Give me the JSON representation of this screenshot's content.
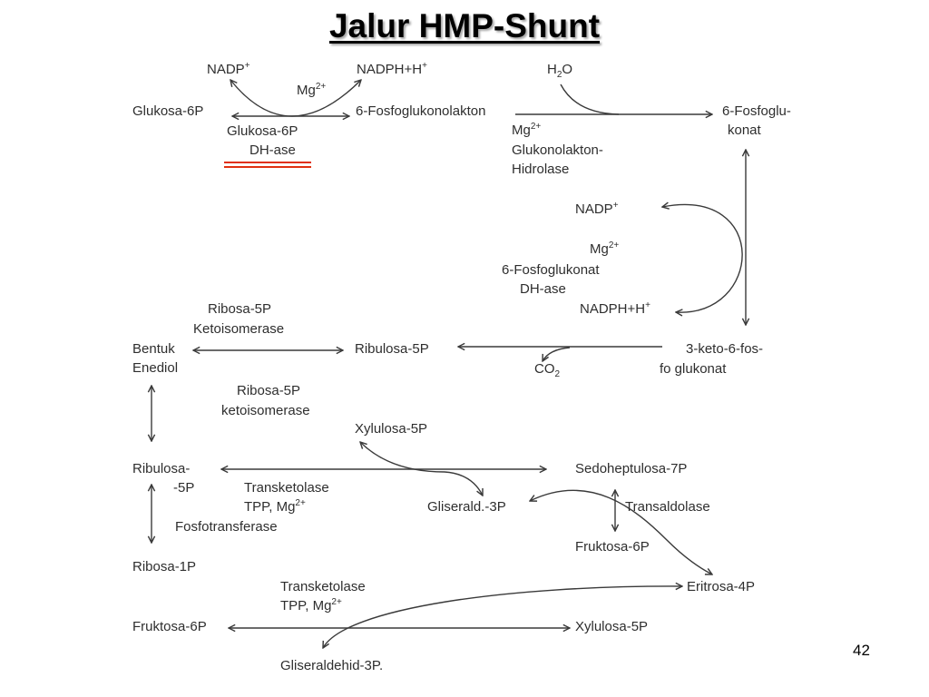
{
  "title": "Jalur HMP-Shunt",
  "page_number": "42",
  "accent_color": "#e03010",
  "labels": {
    "nadp_1": "NADP",
    "plus_1": "+",
    "mg_1": "Mg",
    "mg_1_charge": "2+",
    "nadph_1": "NADPH+H",
    "nadph_1_plus": "+",
    "h2o_h": "H",
    "h2o_2": "2",
    "h2o_o": "O",
    "glukosa_6p": "Glukosa-6P",
    "fosfoglukonolakton": "6-Fosfoglukonolakton",
    "fosfoglukonat_1": "6-Fosfoglu-",
    "fosfoglukonat_2": "konat",
    "g6p_dh_1": "Glukosa-6P",
    "g6p_dh_2": "DH-ase",
    "mg_2": "Mg",
    "mg_2_charge": "2+",
    "hidrolase_1": "Glukonolakton-",
    "hidrolase_2": "Hidrolase",
    "nadp_2": "NADP",
    "plus_2": "+",
    "mg_3": "Mg",
    "mg_3_charge": "2+",
    "fg_dh_1": "6-Fosfoglukonat",
    "fg_dh_2": "DH-ase",
    "nadph_2": "NADPH+H",
    "nadph_2_plus": "+",
    "ribosa5p_keto_1": "Ribosa-5P",
    "ribosa5p_keto_2": "Ketoisomerase",
    "bentuk_1": "Bentuk",
    "bentuk_2": "Enediol",
    "ribulosa_5p": "Ribulosa-5P",
    "keto_1": "3-keto-6-fos-",
    "keto_2": "fo glukonat",
    "co2_c": "CO",
    "co2_2": "2",
    "ribosa5p_keto_b_1": "Ribosa-5P",
    "ribosa5p_keto_b_2": "ketoisomerase",
    "xylulosa_5p_1": "Xylulosa-5P",
    "ribulosa_b_1": "Ribulosa-",
    "ribulosa_b_2": "-5P",
    "sedoheptulosa": "Sedoheptulosa-7P",
    "transketolase_1": "Transketolase",
    "tpp_1": "TPP, Mg",
    "tpp_1_charge": "2+",
    "gliserald": "Gliserald.-3P",
    "transaldolase": "Transaldolase",
    "fosfotransferase": "Fosfotransferase",
    "fruktosa_6p_1": "Fruktosa-6P",
    "ribosa_1p": "Ribosa-1P",
    "transketolase_2": "Transketolase",
    "tpp_2": "TPP, Mg",
    "tpp_2_charge": "2+",
    "eritrosa": "Eritrosa-4P",
    "fruktosa_6p_2": "Fruktosa-6P",
    "xylulosa_5p_2": "Xylulosa-5P",
    "gliseraldehid": "Gliseraldehid-3P."
  }
}
